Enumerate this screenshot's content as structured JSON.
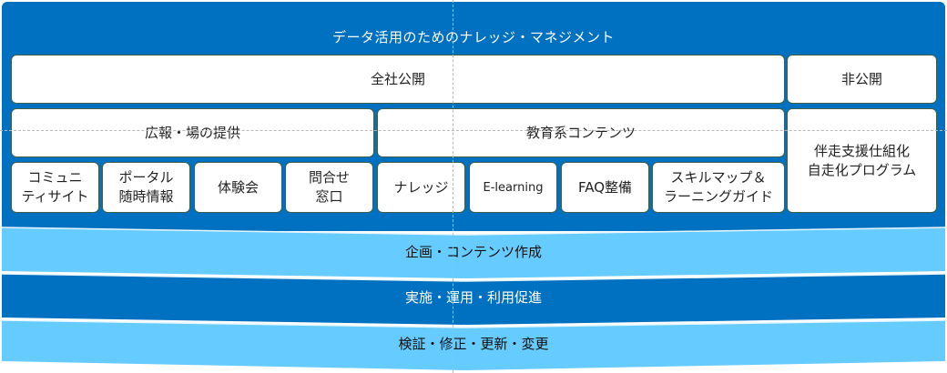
{
  "title": "データ活用のためのナレッジ・マネジメント",
  "colors": {
    "frame": "#0070C0",
    "band_light": "#66CCFF",
    "band_dark": "#0070C0",
    "box_fill": "#FFFFFF",
    "box_border": "#3F5F48"
  },
  "scope": {
    "public": "全社公開",
    "private": "非公開"
  },
  "categories": {
    "pr": "広報・場の提供",
    "education": "教育系コンテンツ",
    "support": "伴走支援仕組化\n自走化プログラム"
  },
  "items": [
    {
      "label": "コミュニ\nティサイト"
    },
    {
      "label": "ポータル\n随時情報"
    },
    {
      "label": "体験会"
    },
    {
      "label": "問合せ\n窓口"
    },
    {
      "label": "ナレッジ"
    },
    {
      "label": "E-learning"
    },
    {
      "label": "FAQ整備"
    },
    {
      "label": "スキルマップ＆\nラーニングガイド"
    }
  ],
  "process": [
    {
      "label": "企画・コンテンツ作成",
      "tone": "light"
    },
    {
      "label": "実施・運用・利用促進",
      "tone": "dark"
    },
    {
      "label": "検証・修正・更新・変更",
      "tone": "light"
    }
  ]
}
